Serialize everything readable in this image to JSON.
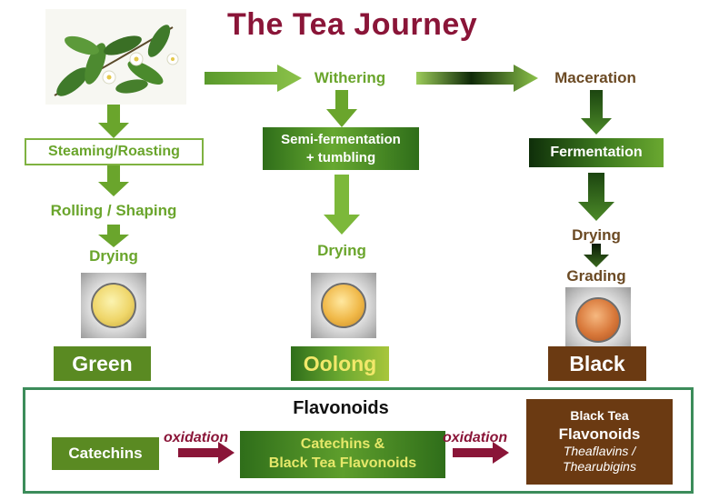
{
  "title": "The Tea Journey",
  "steps": {
    "withering": "Withering",
    "maceration": "Maceration",
    "steaming": "Steaming/Roasting",
    "semi_line1": "Semi-fermentation",
    "semi_line2": "+ tumbling",
    "fermentation": "Fermentation",
    "rolling": "Rolling / Shaping",
    "drying_green": "Drying",
    "drying_oolong": "Drying",
    "drying_black": "Drying",
    "grading": "Grading"
  },
  "teas": {
    "green": "Green",
    "oolong": "Oolong",
    "black": "Black"
  },
  "flavonoids": {
    "title": "Flavonoids",
    "catechins": "Catechins",
    "oxidation1": "oxidation",
    "mid_line1": "Catechins &",
    "mid_line2": "Black Tea Flavonoids",
    "oxidation2": "oxidation",
    "bt_line1": "Black Tea",
    "bt_line2": "Flavonoids",
    "bt_line3": "Theaflavins /",
    "bt_line4": "Thearubigins"
  },
  "colors": {
    "title": "#8a1538",
    "green_text": "#6aa52c",
    "brown": "#6b4a24",
    "green_box": "#5a8a22"
  }
}
